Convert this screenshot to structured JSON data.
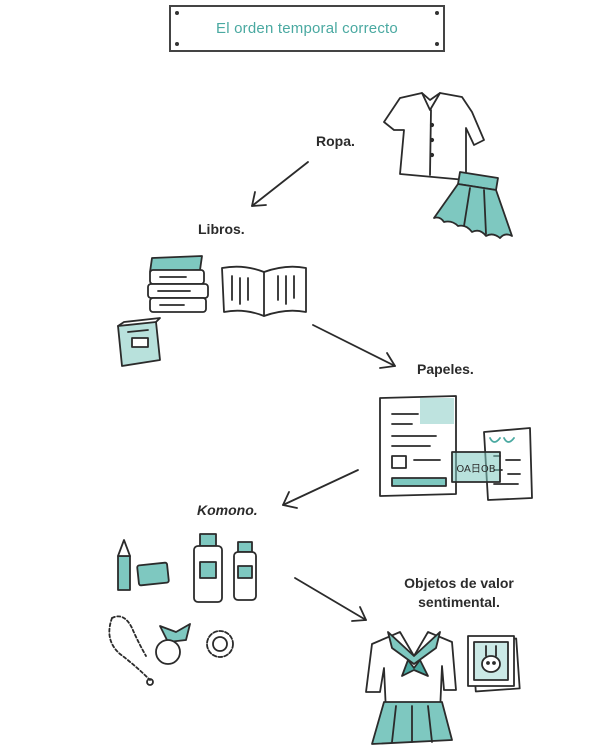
{
  "title": "El orden temporal correcto",
  "steps": [
    {
      "label": "Ropa.",
      "icon": "clothes-icon"
    },
    {
      "label": "Libros.",
      "icon": "books-icon"
    },
    {
      "label": "Papeles.",
      "icon": "papers-icon"
    },
    {
      "label": "Komono.",
      "icon": "small-items-icon"
    },
    {
      "label_line1": "Objetos de valor",
      "label_line2": "sentimental.",
      "icon": "sentimental-items-icon"
    }
  ],
  "papers_card_text": "OA日OB",
  "colors": {
    "accent": "#7ec8c0",
    "accent_dark": "#4aa9a1",
    "ink": "#2b2b2b"
  }
}
